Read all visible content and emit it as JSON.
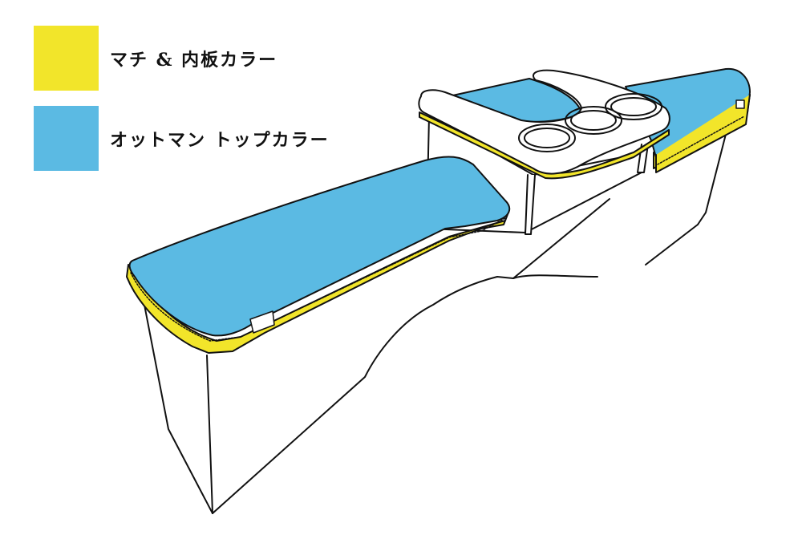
{
  "legend": {
    "items": [
      {
        "label": "マチ & 内板カラー",
        "color": "#F2E52A"
      },
      {
        "label": "オットマン トップカラー",
        "color": "#5BBAE3"
      }
    ]
  },
  "illustration": {
    "subject": "center console ottoman with cup holder tray",
    "colors": {
      "side_and_inner": "#F2E52A",
      "top": "#5BBAE3",
      "outline": "#111111",
      "body": "#ffffff"
    },
    "cup_holders": 3
  }
}
